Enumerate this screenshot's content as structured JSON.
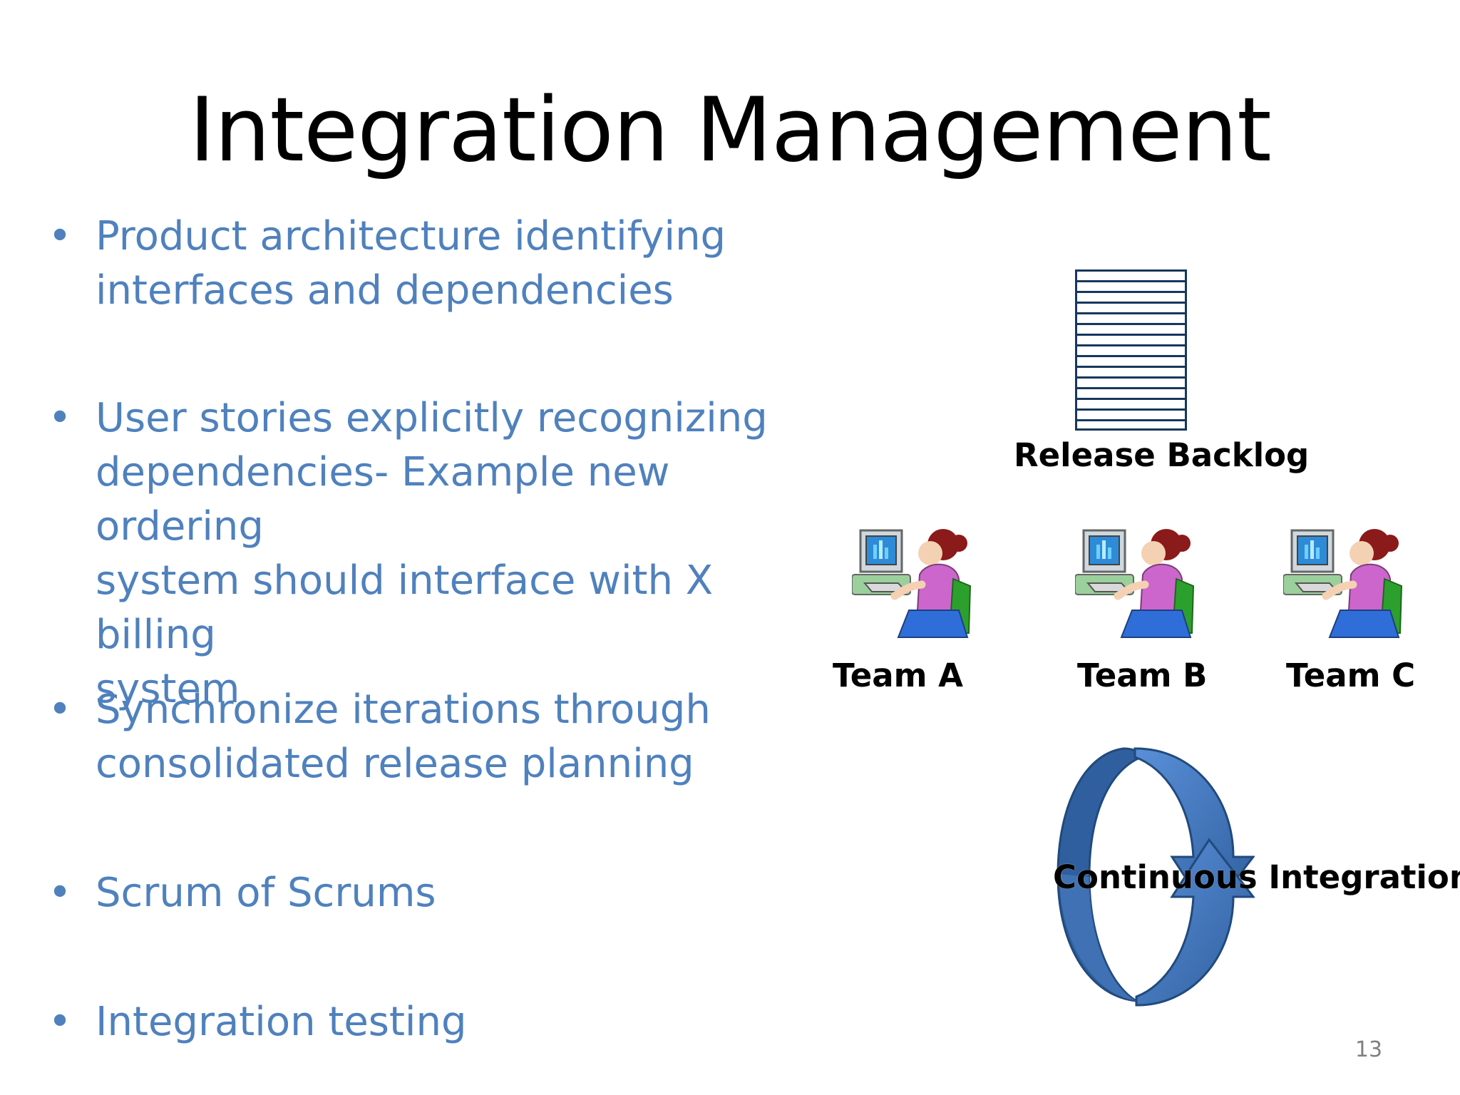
{
  "slide": {
    "title": "Integration Management",
    "page_number": "13",
    "bullets": [
      {
        "dot": "•",
        "text": "Product architecture identifying\ninterfaces and dependencies"
      },
      {
        "dot": "•",
        "text": "User stories explicitly recognizing\ndependencies- Example new ordering\nsystem should interface with X billing\nsystem"
      },
      {
        "dot": "•",
        "text": "Synchronize iterations through\nconsolidated release planning"
      },
      {
        "dot": "•",
        "text": "Scrum of Scrums"
      },
      {
        "dot": "•",
        "text": "Integration testing"
      }
    ],
    "diagram": {
      "backlog_label": "Release Backlog",
      "teams": [
        {
          "label": "Team A",
          "icon": "team-member-at-computer-icon"
        },
        {
          "label": "Team B",
          "icon": "team-member-at-computer-icon"
        },
        {
          "label": "Team C",
          "icon": "team-member-at-computer-icon"
        }
      ],
      "ci_label": "Continuous Integration",
      "backlog_icon": "release-backlog-document-icon",
      "ci_icon": "circular-arrows-icon"
    },
    "colors": {
      "bullet_text": "#4f81bd",
      "title": "#000000",
      "diagram_blue_dark": "#17375e",
      "diagram_blue_mid": "#4f81bd",
      "person_shirt": "#cc66cc",
      "person_hair": "#8b1a1a"
    }
  }
}
